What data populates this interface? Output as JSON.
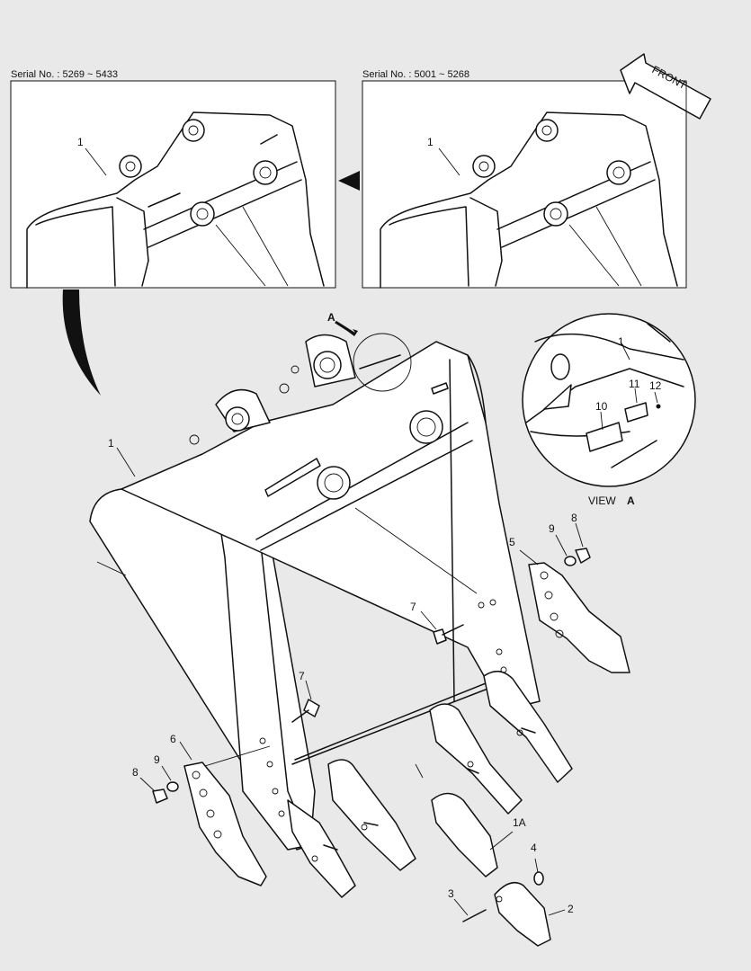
{
  "insets": {
    "left_serial": "Serial No. : 5269 ~ 5433",
    "right_serial": "Serial No. : 5001 ~ 5268",
    "front_label": "FRONT"
  },
  "view": {
    "arrow_label": "A",
    "caption_text": "VIEW",
    "caption_letter": "A"
  },
  "callouts": {
    "inset_left_1": "1",
    "inset_right_1": "1",
    "main_1": "1",
    "detail_1": "1",
    "detail_10": "10",
    "detail_11": "11",
    "detail_12": "12",
    "p5": "5",
    "p9_right": "9",
    "p8_right": "8",
    "p7_upper": "7",
    "p7_lower": "7",
    "p6": "6",
    "p9_left": "9",
    "p8_left": "8",
    "p1a": "1A",
    "p4": "4",
    "p3": "3",
    "p2": "2"
  }
}
